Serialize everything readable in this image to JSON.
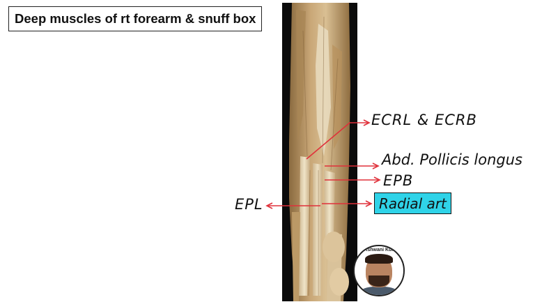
{
  "title": "Deep muscles of rt forearm & snuff box",
  "labels": {
    "ecrl": "ECRL & ECRB",
    "abd": "Abd. Pollicis longus",
    "epb": "EPB",
    "epl": "EPL",
    "radial": "Radial art"
  },
  "badge": {
    "author": "Dr Ashwani Kumar"
  },
  "colors": {
    "arrow": "#e0303a",
    "highlight": "#2fd3e8",
    "photo_background": "#0b0b0b"
  }
}
